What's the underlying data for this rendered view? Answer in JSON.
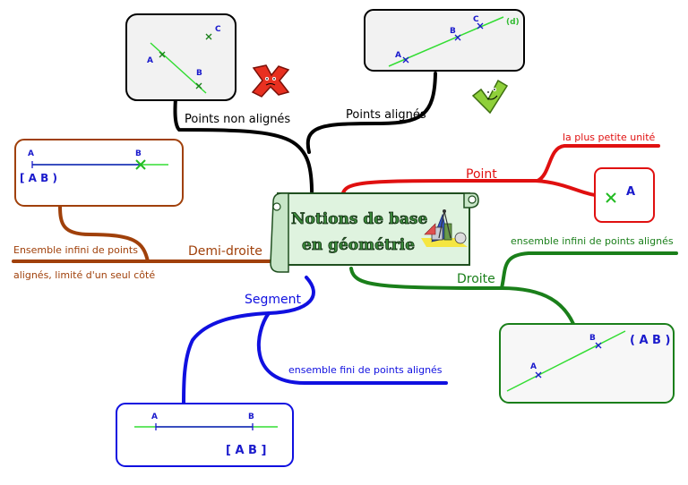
{
  "central": {
    "title_line1": "Notions de base",
    "title_line2": "en géométrie"
  },
  "branches": {
    "points_non_alignes": {
      "label": "Points non alignés",
      "points": [
        "A",
        "B",
        "C"
      ],
      "status_icon": "red-cross-icon"
    },
    "points_alignes": {
      "label": "Points alignés",
      "points": [
        "A",
        "B",
        "C"
      ],
      "line_name": "(d)",
      "status_icon": "green-checkmark-icon"
    },
    "point": {
      "label": "Point",
      "definition": "la plus petite unité",
      "example_point": "A"
    },
    "droite": {
      "label": "Droite",
      "definition": "ensemble infini de points alignés",
      "points": [
        "A",
        "B"
      ],
      "notation": "( A B )"
    },
    "segment": {
      "label": "Segment",
      "definition": "ensemble fini de points alignés",
      "points": [
        "A",
        "B"
      ],
      "notation": "[ A B ]"
    },
    "demi_droite": {
      "label": "Demi-droite",
      "definition_line1": "Ensemble infini de points",
      "definition_line2": "alignés, limité d'un seul côté",
      "points": [
        "A",
        "B"
      ],
      "notation": "[ A B )"
    }
  },
  "colors": {
    "black_branch": "#000000",
    "red_branch": "#e01010",
    "green_branch": "#1a7f1a",
    "blue_branch": "#1010e0",
    "brown_branch": "#a0400a",
    "geometry_line": "#33dd33",
    "point_label": "#1a1acc",
    "scroll_fill": "#dff3df",
    "scroll_border": "#1f4f1f"
  }
}
